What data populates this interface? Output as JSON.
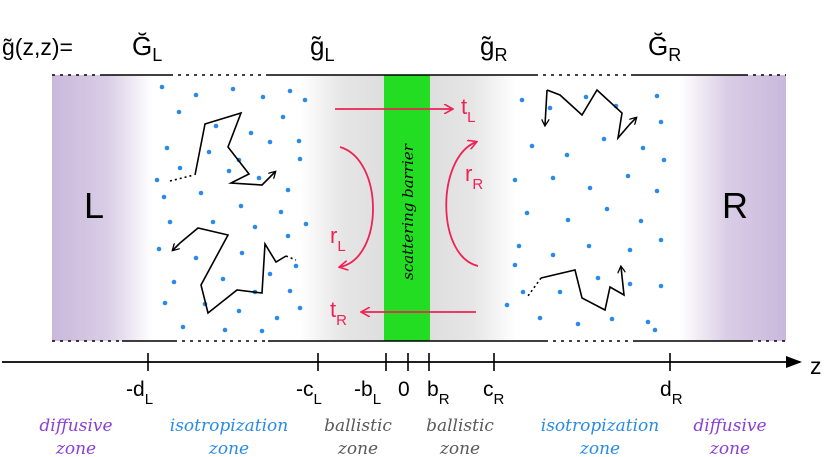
{
  "header": {
    "prefix": "g̃(z,z)=",
    "sym_GL_main": "Ğ",
    "sym_GL_sub": "L",
    "sym_gL_main": "g̃",
    "sym_gL_sub": "L",
    "sym_gR_main": "g̃",
    "sym_gR_sub": "R",
    "sym_GR_main": "Ğ",
    "sym_GR_sub": "R"
  },
  "reservoirs": {
    "left": "L",
    "right": "R"
  },
  "barrier": {
    "label": "scattering barrier",
    "color": "#22dd22"
  },
  "coefficients": {
    "tL_main": "t",
    "tL_sub": "L",
    "tR_main": "t",
    "tR_sub": "R",
    "rL_main": "r",
    "rL_sub": "L",
    "rR_main": "r",
    "rR_sub": "R"
  },
  "axis": {
    "label": "z",
    "ticks": [
      {
        "main": "-d",
        "sub": "L"
      },
      {
        "main": "-c",
        "sub": "L"
      },
      {
        "main": "-b",
        "sub": "L"
      },
      {
        "main": "0",
        "sub": ""
      },
      {
        "main": "b",
        "sub": "R"
      },
      {
        "main": "c",
        "sub": "R"
      },
      {
        "main": "d",
        "sub": "R"
      }
    ]
  },
  "zones": [
    {
      "line1": "diffusive",
      "line2": "zone",
      "color": "#8a3fd6"
    },
    {
      "line1": "isotropization",
      "line2": "zone",
      "color": "#2a8be6"
    },
    {
      "line1": "ballistic",
      "line2": "zone",
      "color": "#5a5a5a"
    },
    {
      "line1": "ballistic",
      "line2": "zone",
      "color": "#5a5a5a"
    },
    {
      "line1": "isotropization",
      "line2": "zone",
      "color": "#2a8be6"
    },
    {
      "line1": "diffusive",
      "line2": "zone",
      "color": "#8a3fd6"
    }
  ],
  "colors": {
    "reservoir": "#c5b3d8",
    "ballistic": "#e4e4e4",
    "arrow": "#ee2255",
    "dots": "#2a8be6"
  }
}
